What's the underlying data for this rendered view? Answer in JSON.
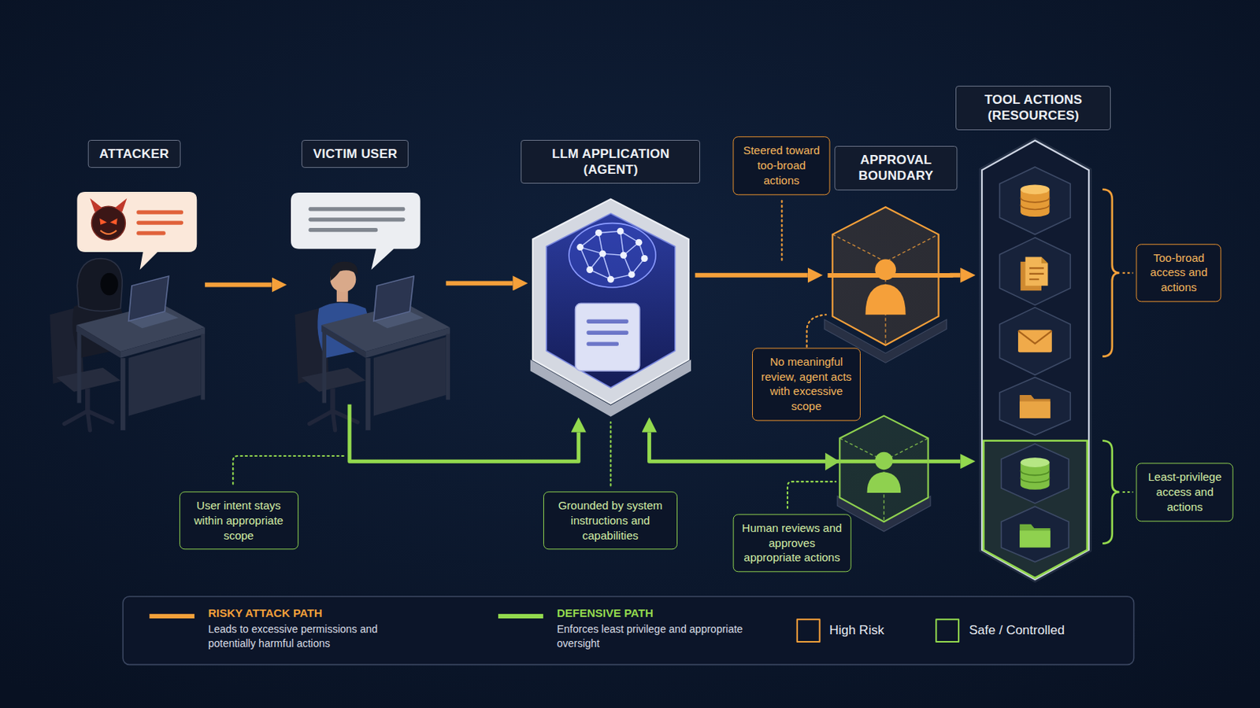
{
  "diagram": {
    "nodes": [
      {
        "text": [
          "ATTACKER"
        ]
      },
      {
        "text": [
          "VICTIM USER"
        ]
      },
      {
        "text": [
          "LLM APPLICATION (AGENT)"
        ]
      },
      {
        "text": [
          "Steered toward too-broad actions"
        ]
      },
      {
        "text": [
          "APPROVAL BOUNDARY"
        ]
      },
      {
        "text": [
          "TOOL ACTIONS (RESOURCES)"
        ]
      },
      {
        "text": [
          "Too-broad access and actions"
        ]
      },
      {
        "text": [
          "No meaningful review, agent acts with excessive scope"
        ]
      },
      {
        "text": [
          "User intent stays within appropriate scope"
        ]
      },
      {
        "text": [
          "Grounded by system instructions and capabilities"
        ]
      },
      {
        "text": [
          "Human reviews and approves appropriate actions"
        ]
      },
      {
        "text": [
          "Least-privilege access and actions"
        ]
      }
    ],
    "edges": [
      {
        "from": 0,
        "to": 1,
        "arrow": "to"
      },
      {
        "from": 1,
        "to": 2,
        "arrow": "to"
      },
      {
        "from": 2,
        "to": 4,
        "arrow": "to"
      },
      {
        "from": 4,
        "to": 5,
        "arrow": "to"
      },
      {
        "from": 1,
        "to": 2,
        "arrow": "to"
      },
      {
        "from": 2,
        "to": 5,
        "arrow": "both"
      }
    ],
    "labels": [
      "Leads to excessive permissions and potentially harmful actions",
      "Enforces least privilege and appropriate oversight"
    ],
    "legend": [
      {
        "text": "RISKY ATTACK PATH"
      },
      {
        "text": "DEFENSIVE PATH"
      },
      {
        "text": "High Risk"
      },
      {
        "text": "Safe / Controlled"
      }
    ]
  }
}
